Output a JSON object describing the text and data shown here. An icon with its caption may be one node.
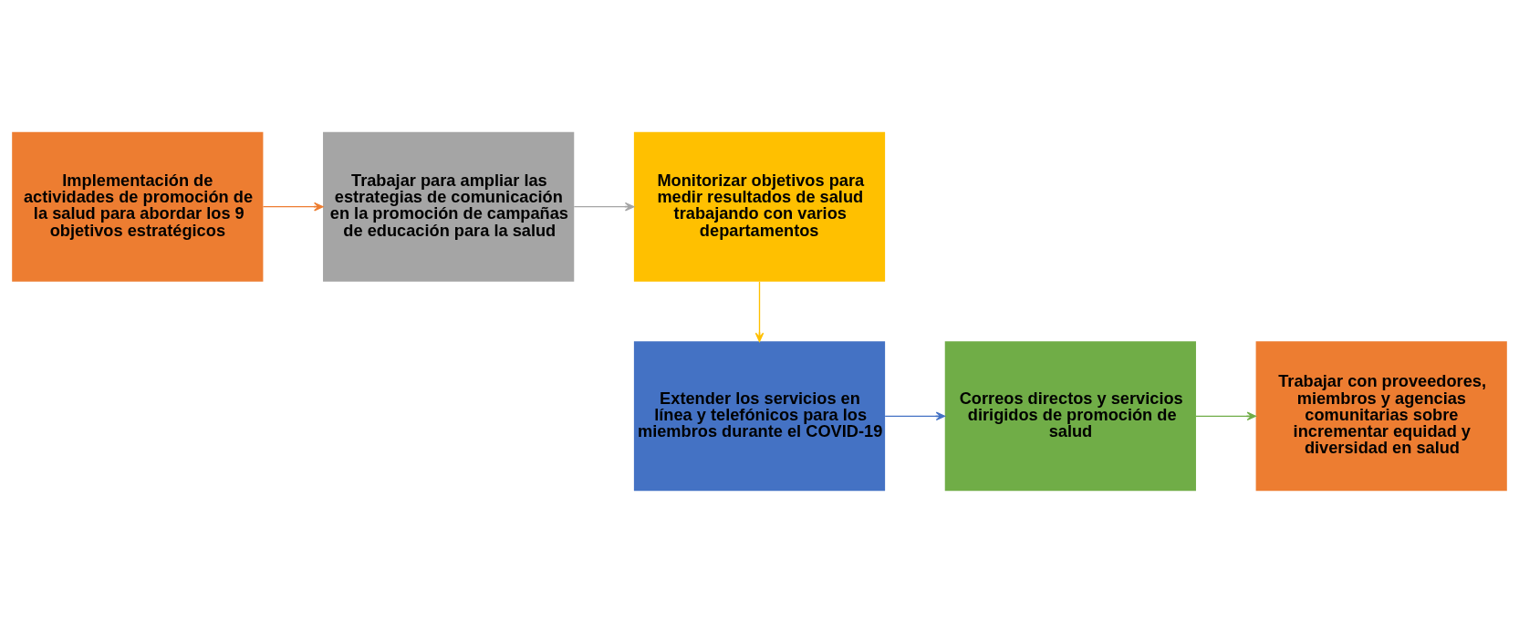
{
  "diagram": {
    "nodes": [
      {
        "text": [
          "Implementación de actividades de promoción de la salud para abordar los 9 objetivos estratégicos"
        ]
      },
      {
        "text": [
          "Trabajar para ampliar las estrategias de comunicación en la promoción de campañas de educación para la salud"
        ]
      },
      {
        "text": [
          "Monitorizar objetivos para medir resultados de salud trabajando con varios departamentos"
        ]
      },
      {
        "text": [
          "Extender los servicios en línea y telefónicos para los miembros durante el COVID-19"
        ]
      },
      {
        "text": [
          "Correos directos y servicios dirigidos de promoción de salud"
        ]
      },
      {
        "text": [
          "Trabajar con proveedores, miembros y agencias comunitarias sobre incrementar equidad y diversidad en salud"
        ]
      }
    ],
    "edges": [
      {
        "from": 0,
        "to": 1,
        "arrow": "to",
        "color": "#ed7d31"
      },
      {
        "from": 1,
        "to": 2,
        "arrow": "to",
        "color": "#a5a5a5"
      },
      {
        "from": 2,
        "to": 3,
        "arrow": "to",
        "color": "#ffc000"
      },
      {
        "from": 3,
        "to": 4,
        "arrow": "to",
        "color": "#4472c4"
      },
      {
        "from": 4,
        "to": 5,
        "arrow": "to",
        "color": "#70ad47"
      }
    ]
  }
}
